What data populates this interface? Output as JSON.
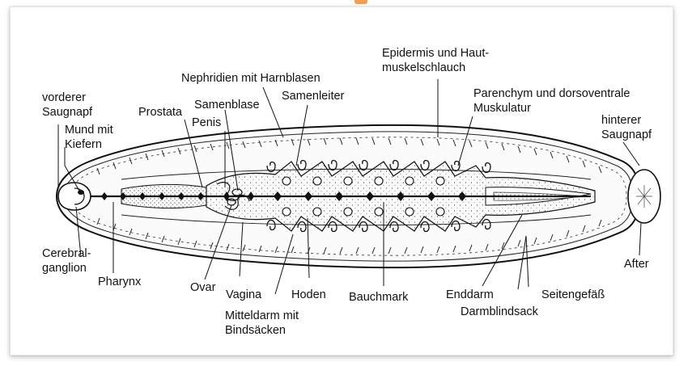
{
  "labels": {
    "vorderer_saugnapf": [
      "vorderer",
      "Saugnapf"
    ],
    "mund_mit_kiefern": [
      "Mund mit",
      "Kiefern"
    ],
    "prostata": "Prostata",
    "samenblase": "Samenblase",
    "penis": "Penis",
    "nephridien": "Nephridien mit Harnblasen",
    "samenleiter": "Samenleiter",
    "epidermis": [
      "Epidermis und Haut-",
      "muskelschlauch"
    ],
    "parenchym": [
      "Parenchym und dorsoventrale",
      "Muskulatur"
    ],
    "hinterer_saugnapf": [
      "hinterer",
      "Saugnapf"
    ],
    "cerebralganglion": [
      "Cerebral-",
      "ganglion"
    ],
    "pharynx": "Pharynx",
    "ovar": "Ovar",
    "vagina": "Vagina",
    "mitteldarm": [
      "Mitteldarm mit",
      "Bindsäcken"
    ],
    "hoden": "Hoden",
    "bauchmark": "Bauchmark",
    "enddarm": "Enddarm",
    "darmblindsack": "Darmblindsack",
    "seitengefaess": "Seitengefäß",
    "after": "After"
  },
  "colors": {
    "accent": "#f0a050",
    "ink": "#111111"
  }
}
